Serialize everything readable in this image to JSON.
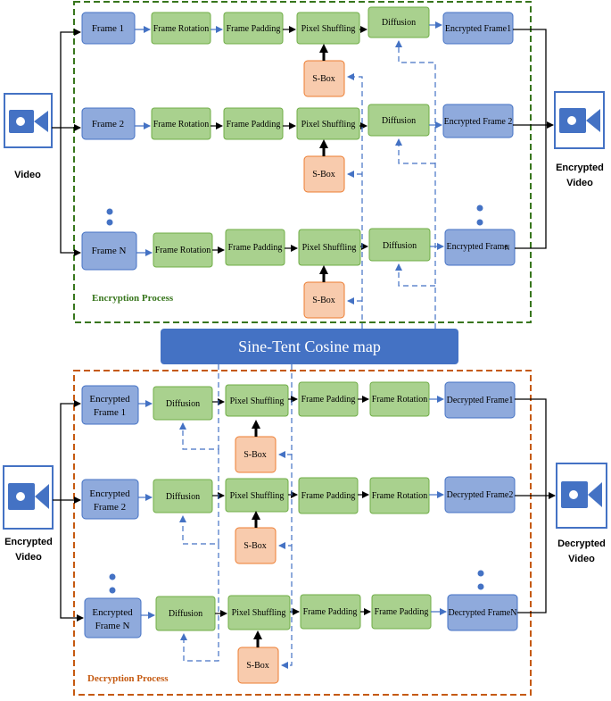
{
  "colors": {
    "blue_box": "#8faadc",
    "blue_stroke": "#4472c4",
    "green_box": "#a9d18e",
    "green_stroke": "#70ad47",
    "sbox": "#f8cbad",
    "sbox_stroke": "#ed7d31",
    "enc_border": "#38761d",
    "dec_border": "#c55a11",
    "enc_label": "#38761d",
    "dec_label": "#c55a11",
    "map_fill": "#4472c4",
    "arrow": "#000000",
    "dashed": "#4472c4"
  },
  "encryption": {
    "label": "Encryption Process",
    "input_label": "Video",
    "output_label_line1": "Encrypted",
    "output_label_line2": "Video",
    "rows": [
      {
        "frame_line1": "Frame 1",
        "frame_line2": "",
        "step1": "Frame Rotation",
        "step2": "Frame Padding",
        "step3": "Pixel Shuffling",
        "step4": "Diffusion",
        "output": "Encrypted Frame1",
        "sbox": "S-Box"
      },
      {
        "frame_line1": "Frame 2",
        "frame_line2": "",
        "step1": "Frame Rotation",
        "step2": "Frame Padding",
        "step3": "Pixel Shuffling",
        "step4": "Diffusion",
        "output": "Encrypted Frame 2",
        "sbox": "S-Box"
      },
      {
        "frame_line1": "Frame N",
        "frame_line2": "",
        "step1": "Frame Rotation",
        "step2": "Frame Padding",
        "step3": "Pixel Shuffling",
        "step4": "Diffusion",
        "output": "Encrypted Frame",
        "output_suffix": "N",
        "sbox": "S-Box"
      }
    ]
  },
  "map_label": "Sine-Tent Cosine map",
  "decryption": {
    "label": "Decryption Process",
    "input_label_line1": "Encrypted",
    "input_label_line2": "Video",
    "output_label_line1": "Decrypted",
    "output_label_line2": "Video",
    "rows": [
      {
        "frame_line1": "Encrypted",
        "frame_line2": "Frame 1",
        "step1": "Diffusion",
        "step2": "Pixel Shuffling",
        "step3": "Frame Padding",
        "step4": "Frame Rotation",
        "output": "Decrypted Frame1",
        "sbox": "S-Box"
      },
      {
        "frame_line1": "Encrypted",
        "frame_line2": "Frame 2",
        "step1": "Diffusion",
        "step2": "Pixel Shuffling",
        "step3": "Frame Padding",
        "step4": "Frame Rotation",
        "output": "Decrypted Frame2",
        "sbox": "S-Box"
      },
      {
        "frame_line1": "Encrypted",
        "frame_line2": "Frame N",
        "step1": "Diffusion",
        "step2": "Pixel Shuffling",
        "step3": "Frame Padding",
        "step4": "Frame Padding",
        "output": "Decrypted FrameN",
        "sbox": "S-Box"
      }
    ]
  },
  "icons": {
    "video_input": "video-camera-icon",
    "video_output": "video-camera-icon"
  }
}
